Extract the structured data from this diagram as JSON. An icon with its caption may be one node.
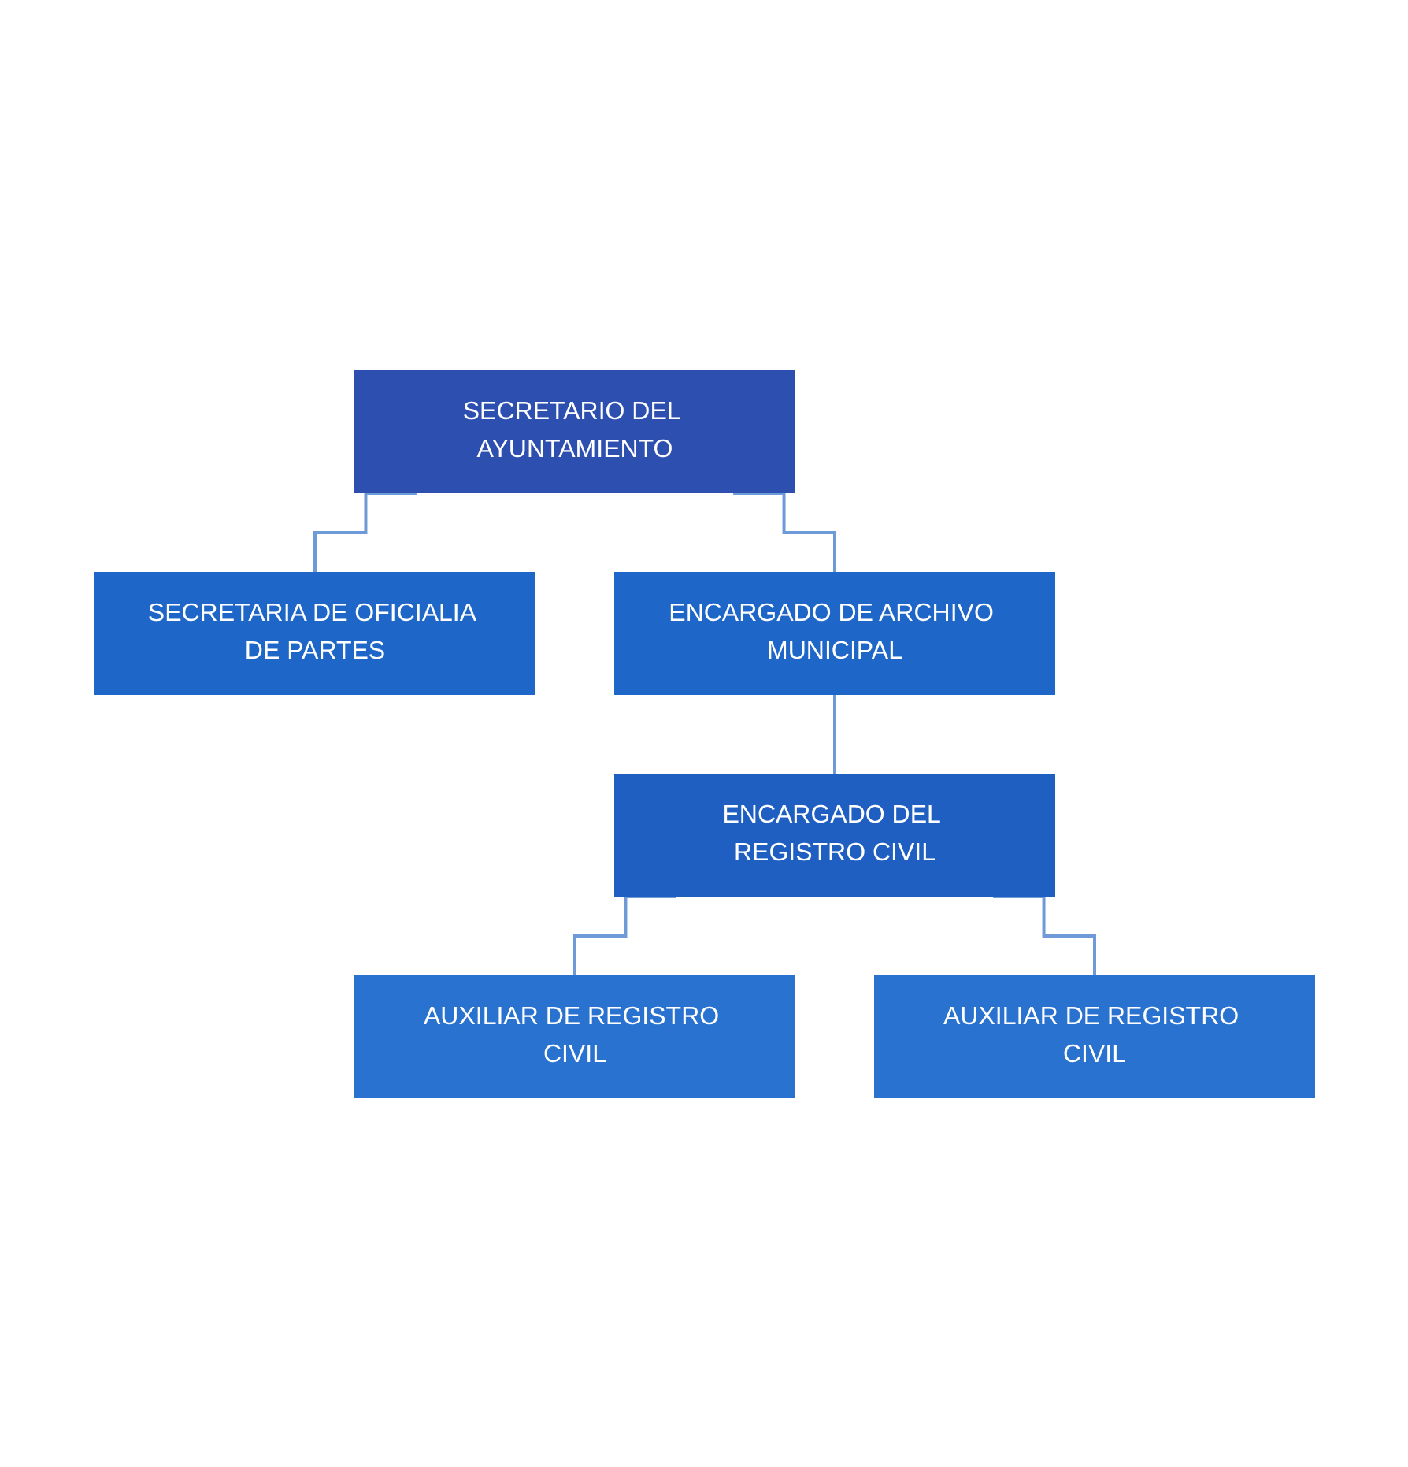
{
  "diagram": {
    "nodes": [
      {
        "text": [
          "SECRETARIO DEL AYUNTAMIENTO"
        ]
      },
      {
        "text": [
          "SECRETARIA DE OFICIALIA DE PARTES"
        ]
      },
      {
        "text": [
          "ENCARGADO DE ARCHIVO MUNICIPAL"
        ]
      },
      {
        "text": [
          "ENCARGADO DEL REGISTRO CIVIL"
        ]
      },
      {
        "text": [
          "AUXILIAR DE REGISTRO CIVIL"
        ]
      },
      {
        "text": [
          "AUXILIAR DE REGISTRO CIVIL"
        ]
      }
    ],
    "edges": [
      {
        "from": 0,
        "to": 1,
        "arrow": "none"
      },
      {
        "from": 0,
        "to": 2,
        "arrow": "none"
      },
      {
        "from": 2,
        "to": 3,
        "arrow": "none"
      },
      {
        "from": 3,
        "to": 4,
        "arrow": "none"
      },
      {
        "from": 3,
        "to": 5,
        "arrow": "none"
      }
    ]
  }
}
